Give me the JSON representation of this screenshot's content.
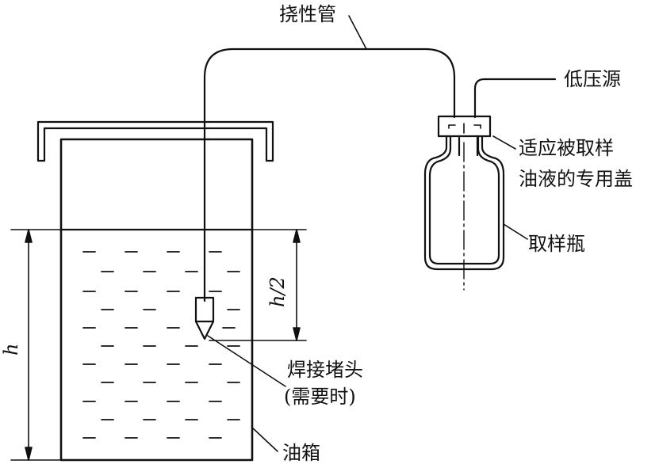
{
  "labels": {
    "hose": "挠性管",
    "low_pressure_source": "低压源",
    "cap_line1": "适应被取样",
    "cap_line2": "油液的专用盖",
    "sample_bottle": "取样瓶",
    "plug_line1": "焊接堵头",
    "plug_line2": "(需要时)",
    "tank": "油箱",
    "dim_h": "h",
    "dim_h_half": "h/2"
  }
}
